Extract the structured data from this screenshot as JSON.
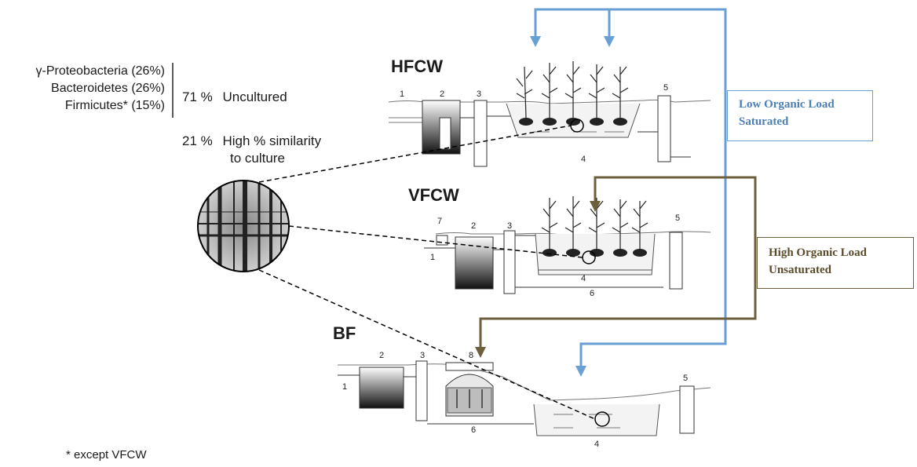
{
  "taxa": [
    {
      "label": "γ-Proteobacteria (26%)"
    },
    {
      "label": "Bacteroidetes (26%)"
    },
    {
      "label": "Firmicutes* (15%)"
    }
  ],
  "stats": {
    "uncultured_pct": "71 %",
    "uncultured_label": "Uncultured",
    "similar_pct": "21 %",
    "similar_label_1": "High % similarity",
    "similar_label_2": "to culture"
  },
  "systems": {
    "hfcw": "HFCW",
    "vfcw": "VFCW",
    "bf": "BF"
  },
  "hfcw_numbers": {
    "n1": "1",
    "n2": "2",
    "n3": "3",
    "n4": "4",
    "n5": "5"
  },
  "vfcw_numbers": {
    "n1": "1",
    "n2": "2",
    "n3": "3",
    "n4": "4",
    "n5": "5",
    "n6": "6",
    "n7": "7"
  },
  "bf_numbers": {
    "n1": "1",
    "n2": "2",
    "n3": "3",
    "n4": "4",
    "n5": "5",
    "n6": "6",
    "n8": "8"
  },
  "loads": {
    "low_line1": "Low Organic Load",
    "low_line2": "Saturated",
    "high_line1": "High Organic Load",
    "high_line2": "Unsaturated"
  },
  "footnote": "* except VFCW",
  "colors": {
    "low_load": "#6a9fd4",
    "high_load": "#6e5f3c",
    "text": "#1a1a1a"
  }
}
